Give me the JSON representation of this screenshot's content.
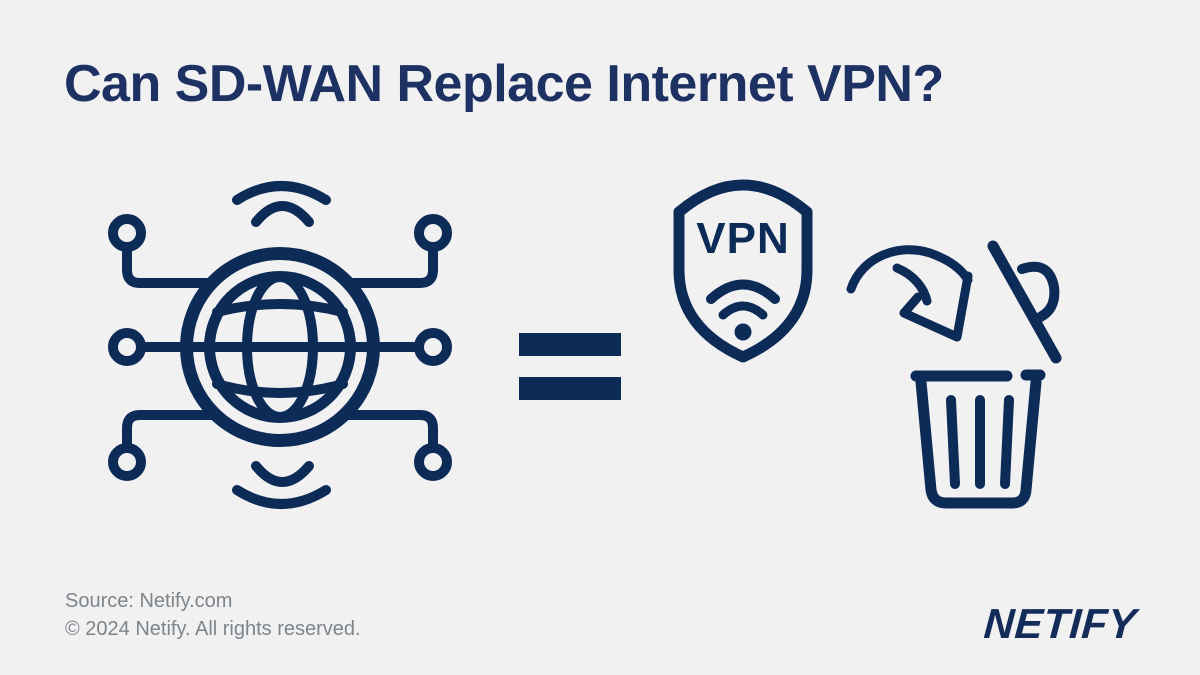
{
  "title": "Can SD-WAN Replace Internet VPN?",
  "diagram": {
    "sdwan_icon": "sd-wan-globe-network-icon",
    "equals_icon": "equals-sign",
    "shield_label": "VPN",
    "arrow_icon": "curved-discard-arrow",
    "trash_icon": "open-trash-can"
  },
  "footer": {
    "source": "Source: Netify.com",
    "copyright": "© 2024 Netify. All rights reserved.",
    "brand": "NETIFY"
  },
  "colors": {
    "background": "#f1f1f2",
    "navy": "#0d2b57",
    "title_navy": "#1d3162",
    "muted_gray": "#7d858b"
  }
}
